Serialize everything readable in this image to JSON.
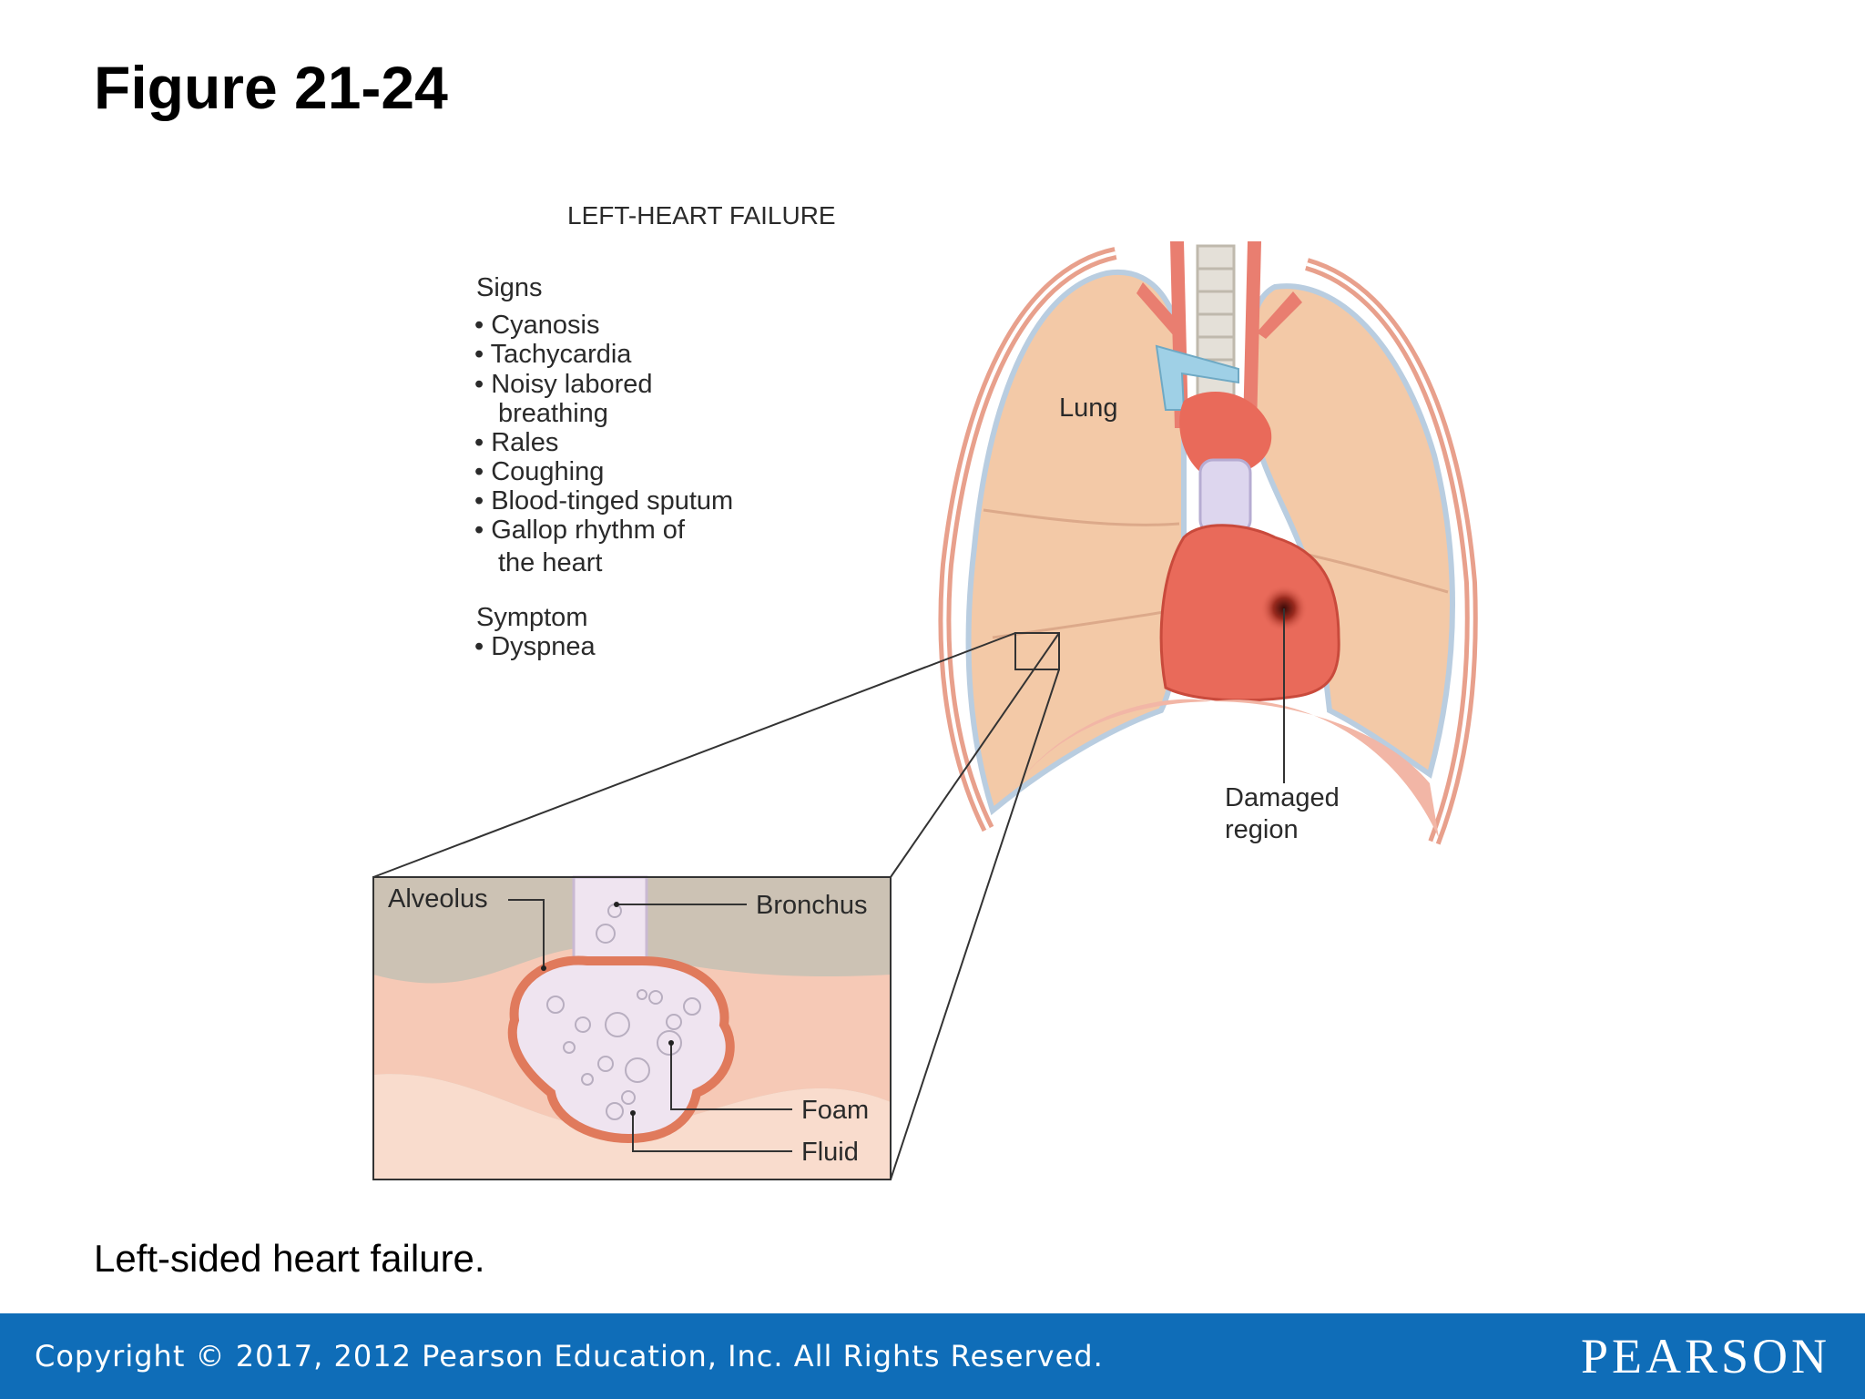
{
  "slide": {
    "title": "Figure 21-24",
    "caption": "Left-sided heart failure."
  },
  "figure": {
    "heading": "LEFT-HEART FAILURE",
    "signs_heading": "Signs",
    "signs": [
      "• Cyanosis",
      "• Tachycardia",
      "• Noisy labored",
      "breathing",
      "• Rales",
      "• Coughing",
      "• Blood-tinged sputum",
      "• Gallop rhythm of",
      "the heart"
    ],
    "symptom_heading": "Symptom",
    "symptoms": [
      "• Dyspnea"
    ],
    "labels": {
      "lung": "Lung",
      "damaged_1": "Damaged",
      "damaged_2": "region",
      "alveolus": "Alveolus",
      "bronchus": "Bronchus",
      "foam": "Foam",
      "fluid": "Fluid"
    }
  },
  "footer": {
    "copyright": "Copyright © 2017, 2012 Pearson Education, Inc. All Rights Reserved.",
    "logo": "PEARSON"
  },
  "colors": {
    "footer_bar": "#0f6db8",
    "lung": "#f3c9a7",
    "heart": "#e96a5a",
    "vein": "#9fd0e6",
    "alveolus_fill": "#efe4f0"
  }
}
